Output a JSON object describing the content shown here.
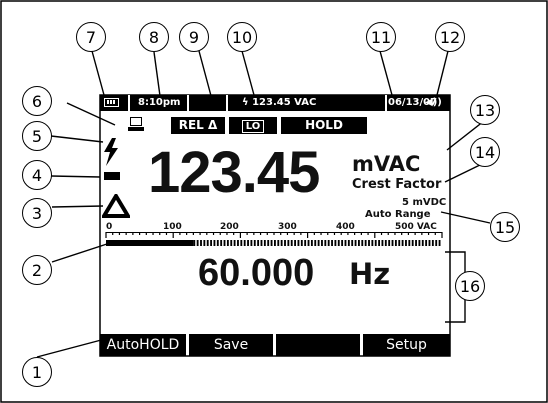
{
  "status_bar": {
    "battery_icon": "battery-icon",
    "time": "8:10pm",
    "hv_reading": "123.45 VAC",
    "date": "06/13/07",
    "speaker_icon": "speaker-icon"
  },
  "indicators": {
    "rel": "REL Δ",
    "lowpass": "LO",
    "hold": "HOLD",
    "pc_icon": "computer-icon",
    "hv_icon": "lightning-icon",
    "minus_sign": "minus-icon",
    "delta_icon": "delta-icon"
  },
  "primary": {
    "value": "123.45",
    "unit": "mVAC",
    "function": "Crest Factor",
    "offset": "5 mVDC",
    "range": "Auto Range"
  },
  "bargraph": {
    "ticks": [
      "0",
      "100",
      "200",
      "300",
      "400"
    ],
    "end_label": "500 VAC",
    "fill_fraction": 0.26
  },
  "secondary": {
    "value": "60.000",
    "unit": "Hz"
  },
  "softkeys": [
    "AutoHOLD",
    "Save",
    "",
    "Setup"
  ],
  "callouts": [
    "1",
    "2",
    "3",
    "4",
    "5",
    "6",
    "7",
    "8",
    "9",
    "10",
    "11",
    "12",
    "13",
    "14",
    "15",
    "16"
  ]
}
